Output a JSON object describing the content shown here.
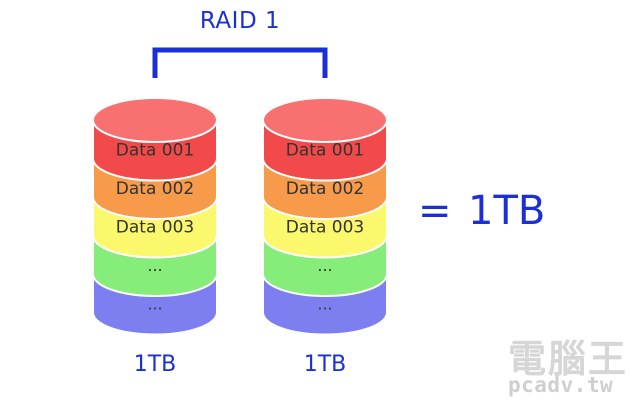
{
  "title": "RAID 1",
  "result": {
    "equals": "=",
    "capacity": "1TB"
  },
  "colors": {
    "accent": "#1a2fd6",
    "layers": [
      "#f24a4a",
      "#f79a4a",
      "#fbf86e",
      "#86ec7a",
      "#7d7ff0"
    ],
    "layer_tops": [
      "#f87070",
      "#f9b26e",
      "#fdfa96",
      "#a6f19c",
      "#a0a2f5"
    ],
    "text": "#333333"
  },
  "disks": [
    {
      "capacity": "1TB",
      "layers": [
        "Data 001",
        "Data 002",
        "Data 003",
        "...",
        "..."
      ]
    },
    {
      "capacity": "1TB",
      "layers": [
        "Data 001",
        "Data 002",
        "Data 003",
        "...",
        "..."
      ]
    }
  ],
  "watermark": {
    "line1": "電腦王",
    "line2": "pcadv.tw"
  }
}
